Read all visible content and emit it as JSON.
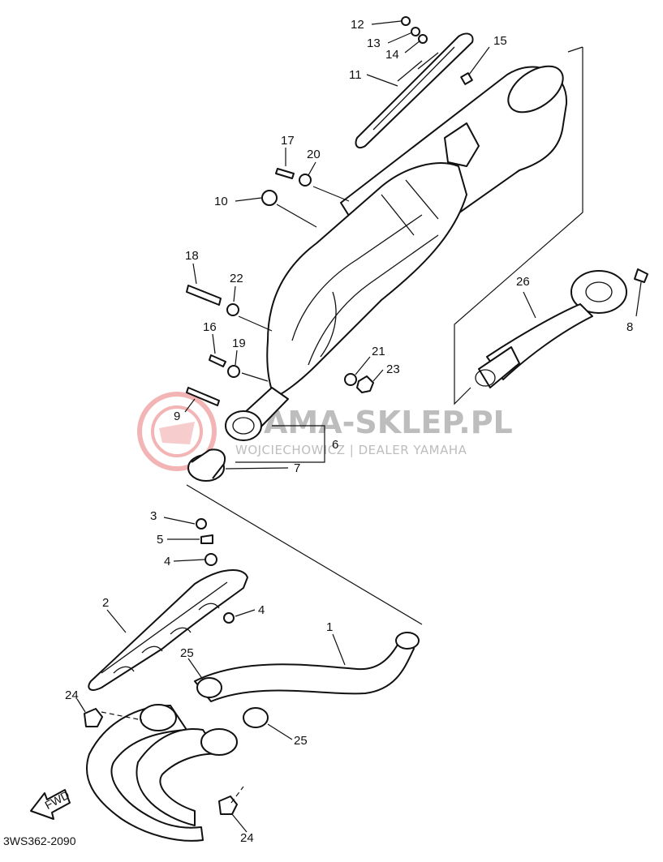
{
  "diagram": {
    "code": "3WS362-2090",
    "front_marker": "FWD",
    "watermark": {
      "brand": "AMA-SKLEP.PL",
      "dealer": "WOJCIECHOWICZ | DEALER YAMAHA"
    },
    "labels": {
      "p1": "1",
      "p2": "2",
      "p3": "3",
      "p4a": "4",
      "p4b": "4",
      "p5": "5",
      "p6": "6",
      "p7": "7",
      "p8": "8",
      "p9": "9",
      "p10": "10",
      "p11": "11",
      "p12": "12",
      "p13": "13",
      "p14": "14",
      "p15": "15",
      "p16": "16",
      "p17": "17",
      "p18": "18",
      "p19": "19",
      "p20": "20",
      "p21": "21",
      "p22": "22",
      "p23": "23",
      "p24a": "24",
      "p24b": "24",
      "p25a": "25",
      "p25b": "25",
      "p26": "26"
    }
  }
}
